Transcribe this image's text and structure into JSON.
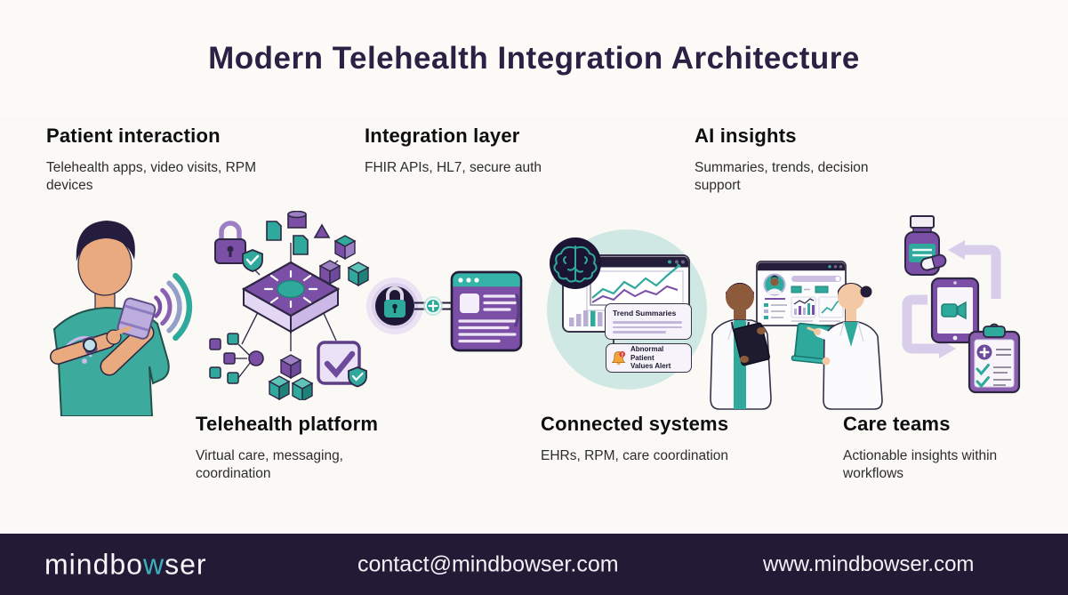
{
  "title": "Modern Telehealth Integration Architecture",
  "sections": [
    {
      "id": "patient-interaction",
      "title": "Patient interaction",
      "subtitle": "Telehealth apps, video visits, RPM devices"
    },
    {
      "id": "integration-layer",
      "title": "Integration layer",
      "subtitle": "FHIR APIs, HL7, secure auth"
    },
    {
      "id": "ai-insights",
      "title": "AI insights",
      "subtitle": "Summaries, trends, decision support"
    },
    {
      "id": "telehealth-platform",
      "title": "Telehealth platform",
      "subtitle": "Virtual care, messaging, coordination"
    },
    {
      "id": "connected-systems",
      "title": "Connected systems",
      "subtitle": "EHRs, RPM, care coordination"
    },
    {
      "id": "care-teams",
      "title": "Care teams",
      "subtitle": "Actionable insights within workflows"
    }
  ],
  "ai_callouts": {
    "trend_card_title": "Trend Summaries",
    "alert_line1": "Abnormal Patient",
    "alert_line2": "Values Alert"
  },
  "footer": {
    "logo_part1": "mindbo",
    "logo_part2": "w",
    "logo_part3": "ser",
    "email": "contact@mindbowser.com",
    "website": "www.mindbowser.com"
  },
  "colors": {
    "background": "#fdfbf8",
    "title": "#2b2144",
    "teal": "#2fa99c",
    "purple": "#7b4fa6",
    "lavender": "#cdbbe6",
    "arrow_lavender": "#d9cdec",
    "dark_navy": "#1e1736",
    "footer_bg": "#231b36",
    "logo_teal": "#3eb0bc",
    "light_teal_circle": "#cfe8e3",
    "bell_orange": "#f2a33c",
    "alert_red": "#df3e3e"
  },
  "icons": {
    "patient": [
      "smartwatch-icon",
      "blood-pressure-cuff-icon",
      "wifi-icon",
      "signal-waves-icon"
    ],
    "platform_hub": [
      "lock-shield-icon",
      "documents-icon",
      "data-cubes-icon",
      "workflow-tree-icon",
      "verified-check-icon",
      "platform-chip-icon"
    ],
    "integration": [
      "secure-lock-icon",
      "plus-connector-icon",
      "browser-window-icon"
    ],
    "ai": [
      "brain-icon",
      "line-chart-icon",
      "bar-chart-icon",
      "alert-bell-icon"
    ],
    "connected": [
      "patient-dashboard-icon",
      "tablet-icon",
      "laptop-icon"
    ],
    "care": [
      "pill-bottle-icon",
      "capsule-icon",
      "video-call-tablet-icon",
      "care-checklist-icon",
      "cycle-arrows-icon"
    ]
  }
}
